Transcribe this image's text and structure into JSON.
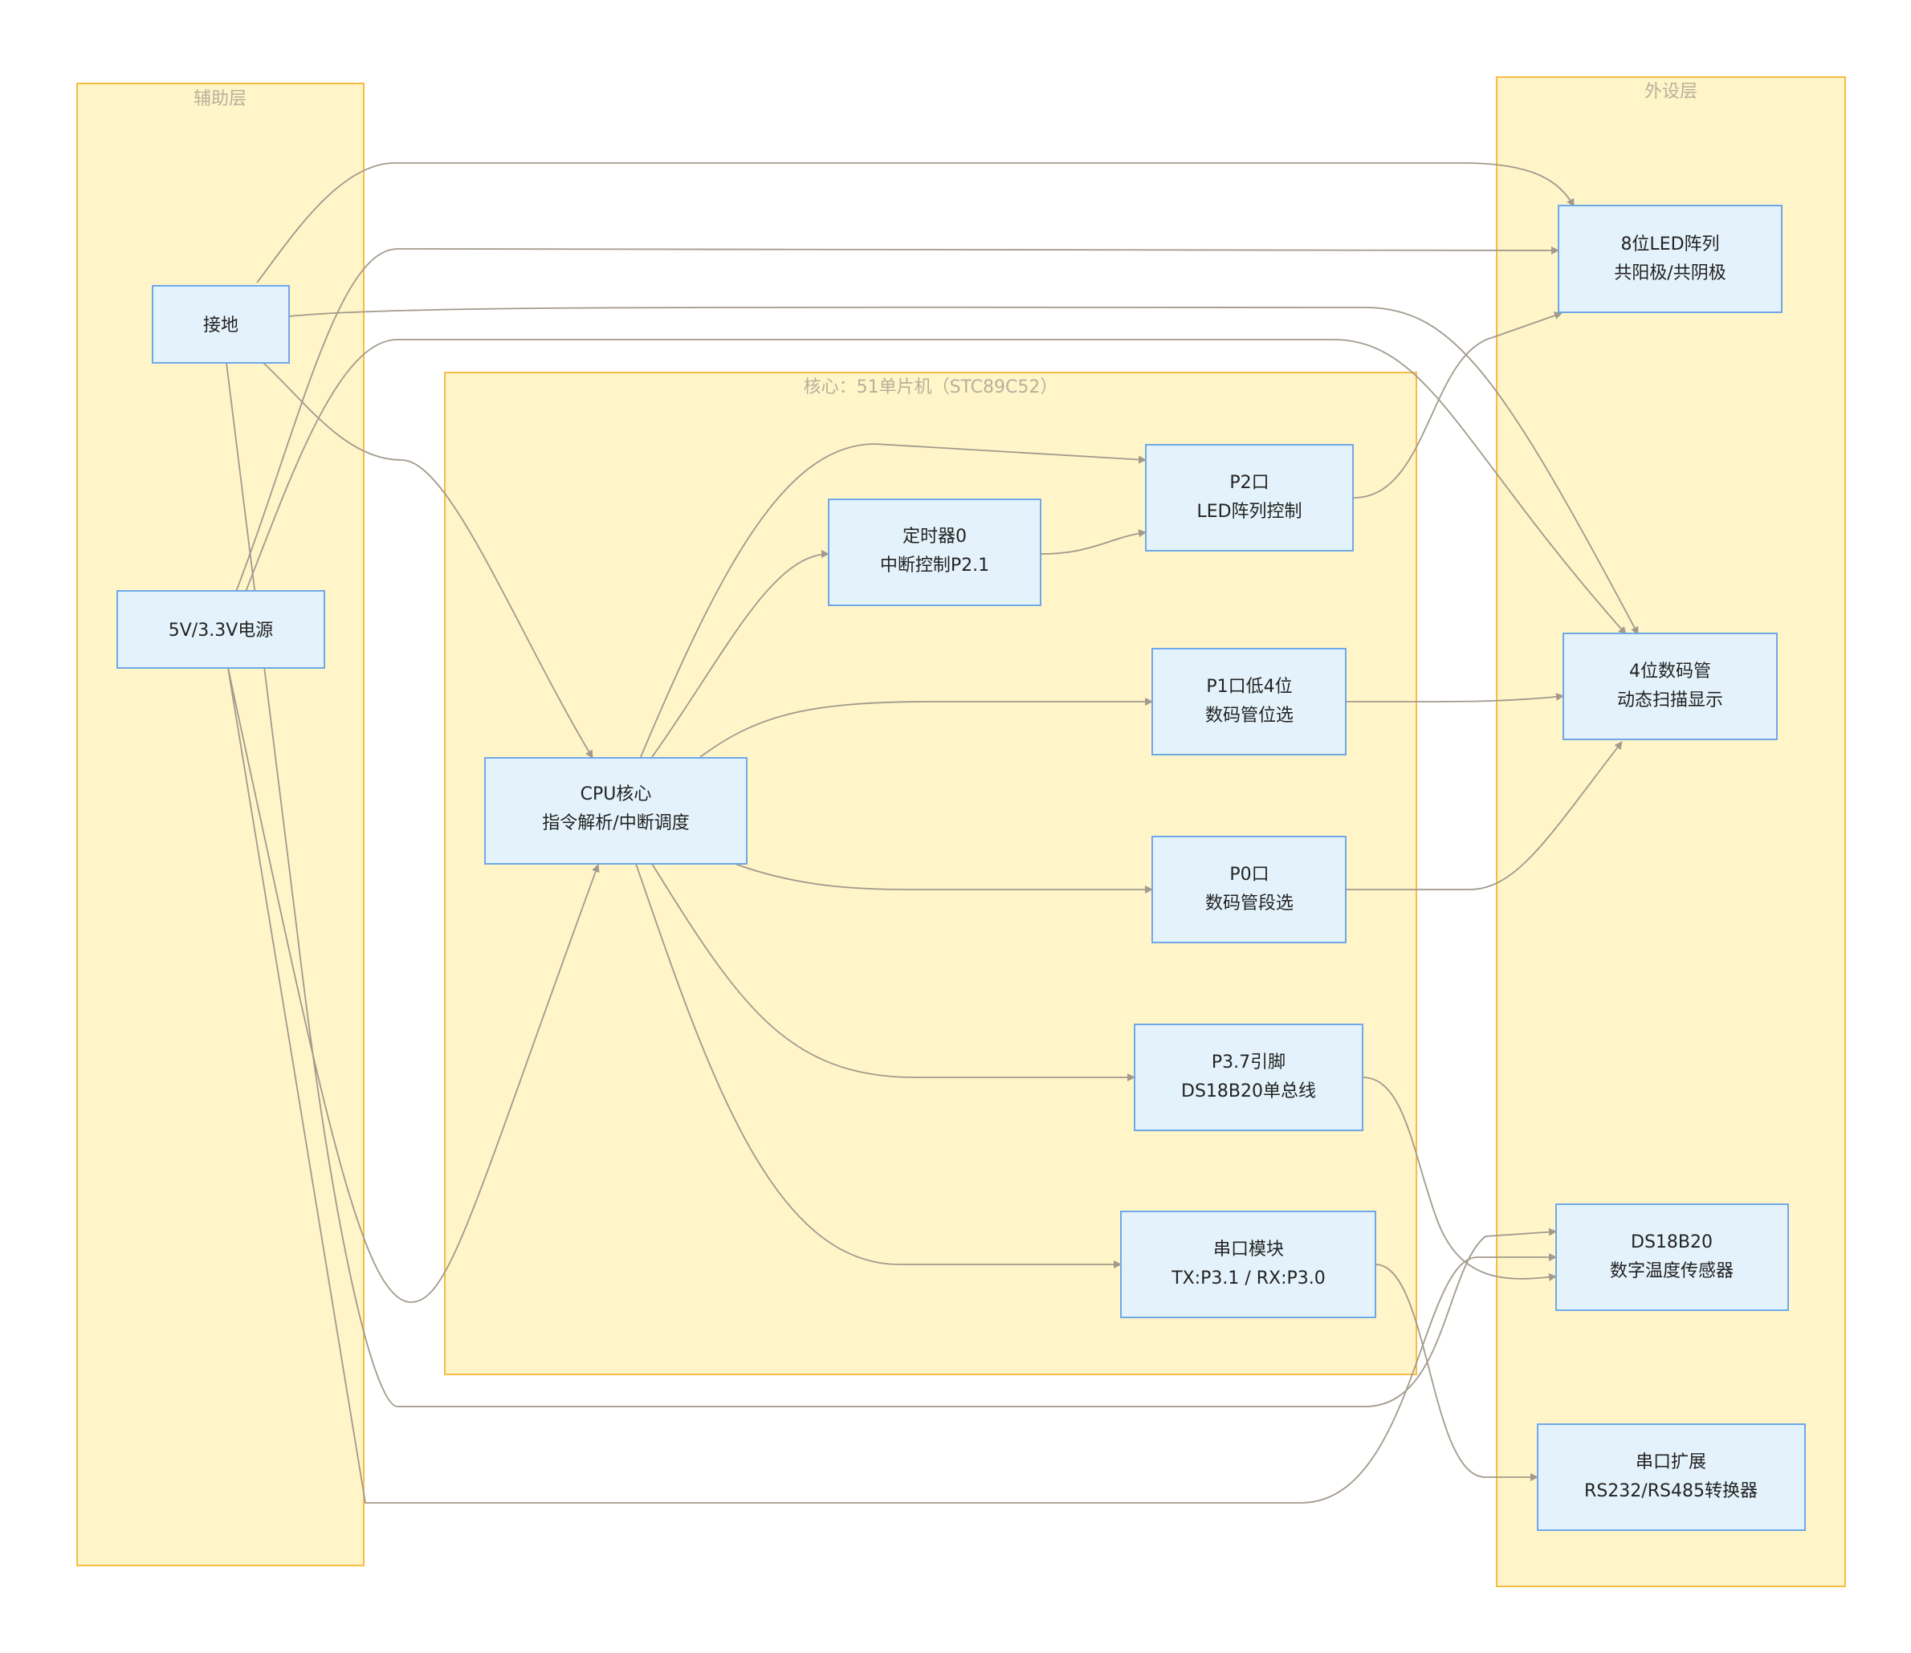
{
  "clusters": {
    "aux": {
      "label": "辅助层"
    },
    "core": {
      "label": "核心：51单片机（STC89C52）"
    },
    "periph": {
      "label": "外设层"
    }
  },
  "nodes": {
    "gnd": {
      "line1": "接地",
      "line2": ""
    },
    "power": {
      "line1": "5V/3.3V电源",
      "line2": ""
    },
    "cpu": {
      "line1": "CPU核心",
      "line2": "指令解析/中断调度"
    },
    "timer0": {
      "line1": "定时器0",
      "line2": "中断控制P2.1"
    },
    "p2": {
      "line1": "P2口",
      "line2": "LED阵列控制"
    },
    "p1": {
      "line1": "P1口低4位",
      "line2": "数码管位选"
    },
    "p0": {
      "line1": "P0口",
      "line2": "数码管段选"
    },
    "p37": {
      "line1": "P3.7引脚",
      "line2": "DS18B20单总线"
    },
    "uart": {
      "line1": "串口模块",
      "line2": "TX:P3.1 / RX:P3.0"
    },
    "led": {
      "line1": "8位LED阵列",
      "line2": "共阳极/共阴极"
    },
    "seg": {
      "line1": "4位数码管",
      "line2": "动态扫描显示"
    },
    "ds18b20": {
      "line1": "DS18B20",
      "line2": "数字温度传感器"
    },
    "serial_ext": {
      "line1": "串口扩展",
      "line2": "RS232/RS485转换器"
    }
  },
  "edges": [
    {
      "from": "gnd",
      "to": "led"
    },
    {
      "from": "gnd",
      "to": "seg"
    },
    {
      "from": "gnd",
      "to": "cpu"
    },
    {
      "from": "gnd",
      "to": "ds18b20"
    },
    {
      "from": "power",
      "to": "led"
    },
    {
      "from": "power",
      "to": "seg"
    },
    {
      "from": "power",
      "to": "cpu"
    },
    {
      "from": "power",
      "to": "ds18b20"
    },
    {
      "from": "cpu",
      "to": "p2"
    },
    {
      "from": "cpu",
      "to": "timer0"
    },
    {
      "from": "timer0",
      "to": "p2"
    },
    {
      "from": "cpu",
      "to": "p1"
    },
    {
      "from": "cpu",
      "to": "p0"
    },
    {
      "from": "cpu",
      "to": "p37"
    },
    {
      "from": "cpu",
      "to": "uart"
    },
    {
      "from": "p2",
      "to": "led"
    },
    {
      "from": "p1",
      "to": "seg"
    },
    {
      "from": "p0",
      "to": "seg"
    },
    {
      "from": "p37",
      "to": "ds18b20"
    },
    {
      "from": "uart",
      "to": "serial_ext"
    }
  ],
  "colors": {
    "cluster_fill": "#fff5c9",
    "cluster_border": "#f7bd42",
    "node_fill": "#e4f3fb",
    "node_border": "#6fa8e8",
    "edge": "#a29a8c"
  }
}
